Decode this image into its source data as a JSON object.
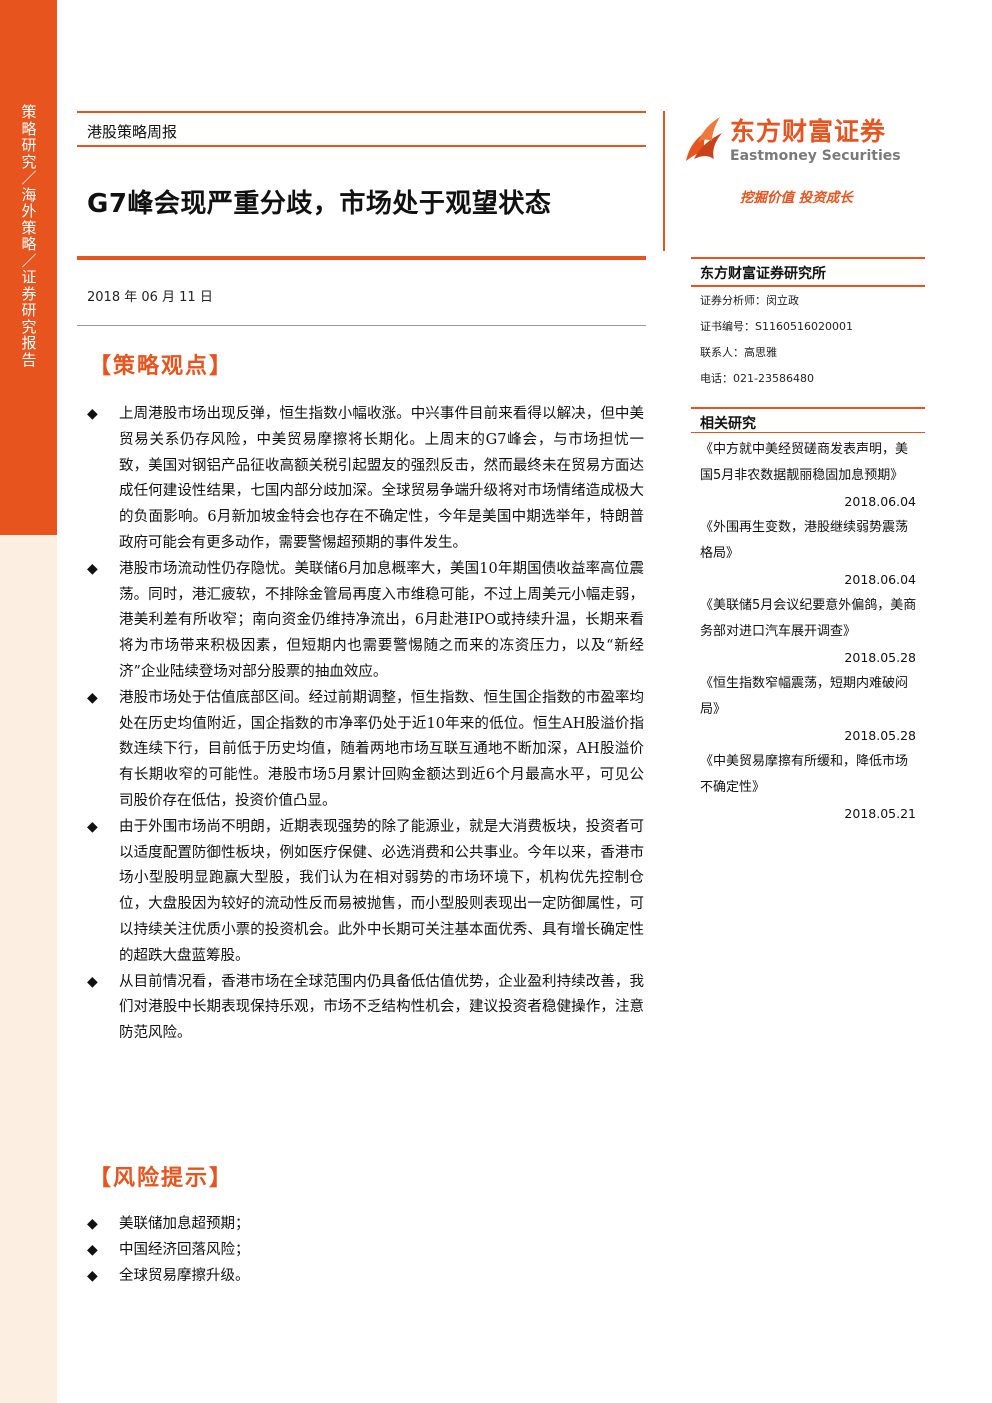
{
  "sidebar": {
    "label": "策略研究／海外策略／证券研究报告",
    "colors": {
      "top": "#e8541e",
      "bottom": "#fdeee2"
    }
  },
  "header": {
    "report_type": "港股策略周报",
    "title": "G7峰会现严重分歧，市场处于观望状态",
    "date": "2018 年 06 月 11 日"
  },
  "brand": {
    "name_cn": "东方财富证券",
    "name_en": "Eastmoney Securities",
    "slogan": "挖掘价值 投资成长",
    "accent_color": "#e8541e",
    "logo_icon": "flame-logo-icon"
  },
  "institute": {
    "name": "东方财富证券研究所",
    "analyst": "证券分析师：闵立政",
    "cert_no": "证书编号：S1160516020001",
    "contact": "联系人：高思雅",
    "phone": "电话：021-23586480"
  },
  "related": {
    "heading": "相关研究",
    "items": [
      {
        "title": "《中方就中美经贸磋商发表声明，美国5月非农数据靓丽稳固加息预期》",
        "date": "2018.06.04"
      },
      {
        "title": "《外围再生变数，港股继续弱势震荡格局》",
        "date": "2018.06.04"
      },
      {
        "title": "《美联储5月会议纪要意外偏鸽，美商务部对进口汽车展开调查》",
        "date": "2018.05.28"
      },
      {
        "title": "《恒生指数窄幅震荡，短期内难破闷局》",
        "date": "2018.05.28"
      },
      {
        "title": "《中美贸易摩擦有所缓和，降低市场不确定性》",
        "date": "2018.05.21"
      }
    ]
  },
  "strategy": {
    "heading": "【策略观点】",
    "bullet_glyph": "◆",
    "points": [
      "上周港股市场出现反弹，恒生指数小幅收涨。中兴事件目前来看得以解决，但中美贸易关系仍存风险，中美贸易摩擦将长期化。上周末的G7峰会，与市场担忧一致，美国对钢铝产品征收高额关税引起盟友的强烈反击，然而最终未在贸易方面达成任何建设性结果，七国内部分歧加深。全球贸易争端升级将对市场情绪造成极大的负面影响。6月新加坡金特会也存在不确定性，今年是美国中期选举年，特朗普政府可能会有更多动作，需要警惕超预期的事件发生。",
      "港股市场流动性仍存隐忧。美联储6月加息概率大，美国10年期国债收益率高位震荡。同时，港汇疲软，不排除金管局再度入市维稳可能，不过上周美元小幅走弱，港美利差有所收窄；南向资金仍维持净流出，6月赴港IPO或持续升温，长期来看将为市场带来积极因素，但短期内也需要警惕随之而来的冻资压力，以及“新经济”企业陆续登场对部分股票的抽血效应。",
      "港股市场处于估值底部区间。经过前期调整，恒生指数、恒生国企指数的市盈率均处在历史均值附近，国企指数的市净率仍处于近10年来的低位。恒生AH股溢价指数连续下行，目前低于历史均值，随着两地市场互联互通地不断加深，AH股溢价有长期收窄的可能性。港股市场5月累计回购金额达到近6个月最高水平，可见公司股价存在低估，投资价值凸显。",
      "由于外围市场尚不明朗，近期表现强势的除了能源业，就是大消费板块，投资者可以适度配置防御性板块，例如医疗保健、必选消费和公共事业。今年以来，香港市场小型股明显跑赢大型股，我们认为在相对弱势的市场环境下，机构优先控制仓位，大盘股因为较好的流动性反而易被抛售，而小型股则表现出一定防御属性，可以持续关注优质小票的投资机会。此外中长期可关注基本面优秀、具有增长确定性的超跌大盘蓝筹股。",
      "从目前情况看，香港市场在全球范围内仍具备低估值优势，企业盈利持续改善，我们对港股中长期表现保持乐观，市场不乏结构性机会，建议投资者稳健操作，注意防范风险。"
    ]
  },
  "risk": {
    "heading": "【风险提示】",
    "points": [
      "美联储加息超预期；",
      "中国经济回落风险；",
      "全球贸易摩擦升级。"
    ]
  }
}
